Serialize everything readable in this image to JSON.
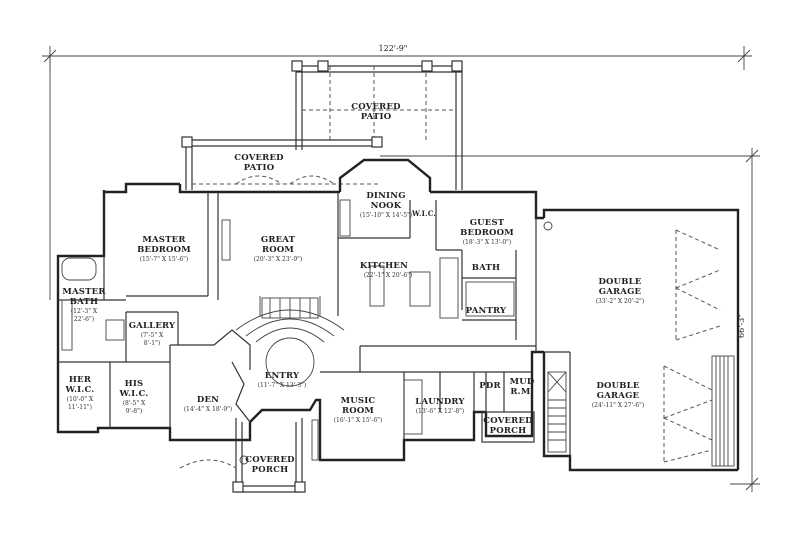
{
  "overall": {
    "width": "122'-9\"",
    "depth": "66'-3\""
  },
  "rooms": {
    "covered_patio_top": {
      "line1": "COVERED",
      "line2": "PATIO"
    },
    "covered_patio_left": {
      "line1": "COVERED",
      "line2": "PATIO"
    },
    "dining_nook": {
      "line1": "DINING",
      "line2": "NOOK",
      "dims": "(15'-10\" X 14'-5\")"
    },
    "wic_kitchen": {
      "name": "W.I.C."
    },
    "guest_bedroom": {
      "line1": "GUEST",
      "line2": "BEDROOM",
      "dims": "(18'-3\" X 13'-0\")"
    },
    "master_bedroom": {
      "line1": "MASTER",
      "line2": "BEDROOM",
      "dims": "(15'-7\" X 15'-6\")"
    },
    "great_room": {
      "line1": "GREAT",
      "line2": "ROOM",
      "dims": "(20'-3\" X 23'-9\")"
    },
    "kitchen": {
      "name": "KITCHEN",
      "dims": "(22'-1\" X 20'-6\")"
    },
    "bath": {
      "name": "BATH"
    },
    "pantry": {
      "name": "PANTRY"
    },
    "double_garage_1": {
      "line1": "DOUBLE",
      "line2": "GARAGE",
      "dims": "(33'-2\" X 20'-2\")"
    },
    "master_bath": {
      "line1": "MASTER",
      "line2": "BATH",
      "dims1": "(12'-3\" X",
      "dims2": "22'-6\")"
    },
    "gallery": {
      "name": "GALLERY",
      "dims1": "(7'-5\" X",
      "dims2": "8'-1\")"
    },
    "her_wic": {
      "line1": "HER",
      "line2": "W.I.C.",
      "dims1": "(10'-0\" X",
      "dims2": "11'-11\")"
    },
    "his_wic": {
      "line1": "HIS",
      "line2": "W.I.C.",
      "dims1": "(8'-5\" X",
      "dims2": "9'-8\")"
    },
    "den": {
      "name": "DEN",
      "dims": "(14'-4\" X 18'-9\")"
    },
    "entry": {
      "name": "ENTRY",
      "dims": "(11'-7\" X 13'-3\")"
    },
    "music_room": {
      "line1": "MUSIC",
      "line2": "ROOM",
      "dims": "(16'-1\" X 15'-6\")"
    },
    "laundry": {
      "name": "LAUNDRY",
      "dims": "(13'-6\" X 12'-8\")"
    },
    "pdr": {
      "name": "PDR"
    },
    "mud_rm": {
      "line1": "MUD",
      "line2": "R.M."
    },
    "covered_porch_right": {
      "line1": "COVERED",
      "line2": "PORCH"
    },
    "covered_porch_front": {
      "line1": "COVERED",
      "line2": "PORCH"
    },
    "double_garage_2": {
      "line1": "DOUBLE",
      "line2": "GARAGE",
      "dims": "(24'-11\" X 27'-6\")"
    }
  }
}
